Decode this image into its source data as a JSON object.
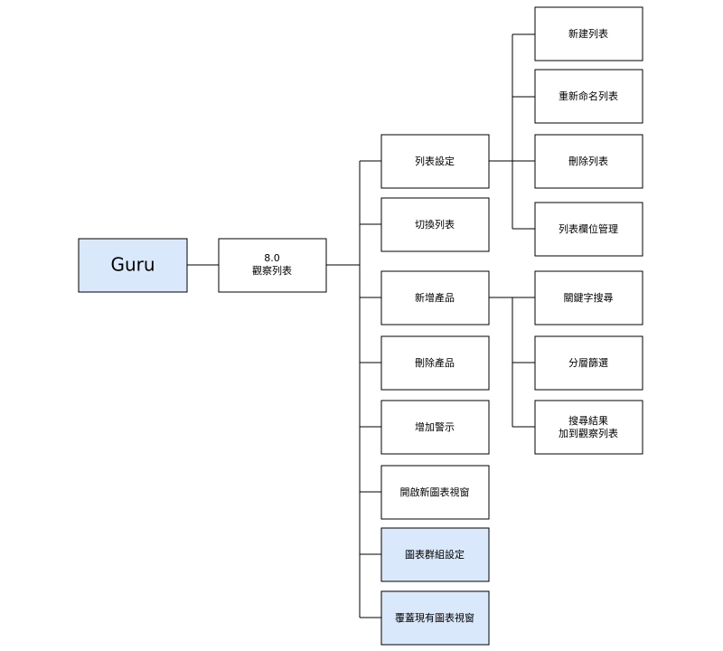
{
  "colors": {
    "highlight_fill": "#dae8fc",
    "highlight_stroke": "#6c8ebf",
    "default_fill": "#ffffff",
    "line": "#000000"
  },
  "nodes": {
    "root": {
      "label": "Guru"
    },
    "watchlist": {
      "label_line1": "8.0",
      "label_line2": "觀察列表"
    },
    "list_settings": {
      "label": "列表設定"
    },
    "switch_list": {
      "label": "切換列表"
    },
    "add_product": {
      "label": "新增產品"
    },
    "delete_product": {
      "label": "刪除產品"
    },
    "add_alert": {
      "label": "增加警示"
    },
    "open_chart_window": {
      "label": "開啟新圖表視窗"
    },
    "chart_group_settings": {
      "label": "圖表群組設定"
    },
    "overwrite_chart_window": {
      "label": "覆蓋現有圖表視窗"
    },
    "new_list": {
      "label": "新建列表"
    },
    "rename_list": {
      "label": "重新命名列表"
    },
    "delete_list": {
      "label": "刪除列表"
    },
    "list_column_mgmt": {
      "label": "列表欄位管理"
    },
    "keyword_search": {
      "label": "關鍵字搜尋"
    },
    "tier_filter": {
      "label": "分層篩選"
    },
    "search_results": {
      "label_line1": "搜尋結果",
      "label_line2": "加到觀察列表"
    }
  }
}
